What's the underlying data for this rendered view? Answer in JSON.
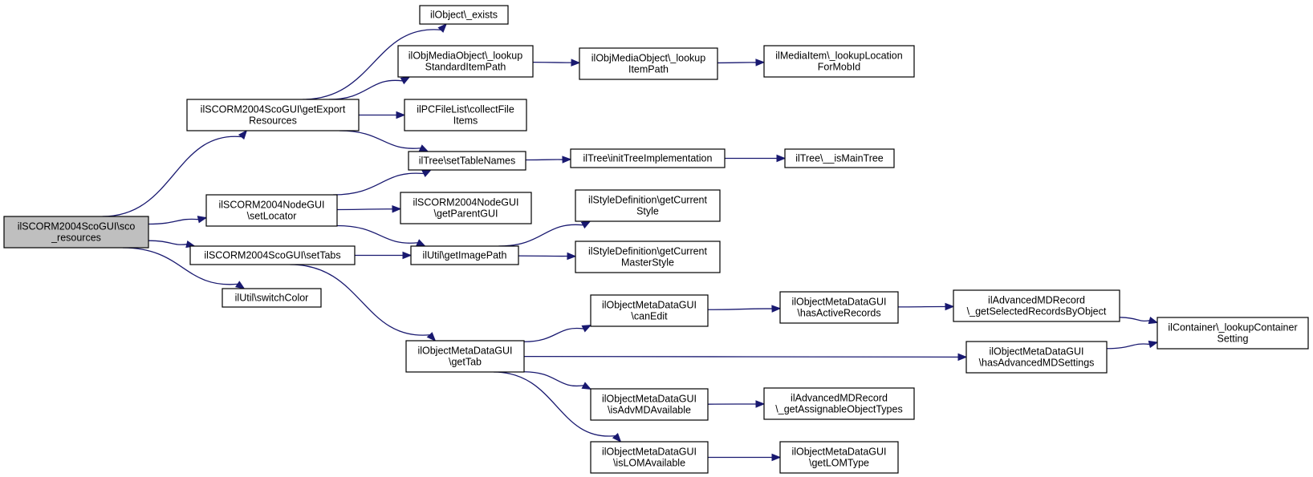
{
  "diagram": {
    "nodes": [
      {
        "id": "root",
        "lines": [
          "ilSCORM2004ScoGUI\\sco",
          "_resources"
        ],
        "root": true
      },
      {
        "id": "getExportResources",
        "lines": [
          "ilSCORM2004ScoGUI\\getExport",
          "Resources"
        ]
      },
      {
        "id": "nodeSetLocator",
        "lines": [
          "ilSCORM2004NodeGUI",
          "\\setLocator"
        ]
      },
      {
        "id": "setTabs",
        "lines": [
          "ilSCORM2004ScoGUI\\setTabs"
        ]
      },
      {
        "id": "switchColor",
        "lines": [
          "ilUtil\\switchColor"
        ]
      },
      {
        "id": "objExists",
        "lines": [
          "ilObject\\_exists"
        ]
      },
      {
        "id": "lookupStdItemPath",
        "lines": [
          "ilObjMediaObject\\_lookup",
          "StandardItemPath"
        ]
      },
      {
        "id": "collectFileItems",
        "lines": [
          "ilPCFileList\\collectFile",
          "Items"
        ]
      },
      {
        "id": "setTableNames",
        "lines": [
          "ilTree\\setTableNames"
        ]
      },
      {
        "id": "getParentGUI",
        "lines": [
          "ilSCORM2004NodeGUI",
          "\\getParentGUI"
        ]
      },
      {
        "id": "getImagePath",
        "lines": [
          "ilUtil\\getImagePath"
        ]
      },
      {
        "id": "getTab",
        "lines": [
          "ilObjectMetaDataGUI",
          "\\getTab"
        ]
      },
      {
        "id": "lookupItemPath",
        "lines": [
          "ilObjMediaObject\\_lookup",
          "ItemPath"
        ]
      },
      {
        "id": "initTreeImpl",
        "lines": [
          "ilTree\\initTreeImplementation"
        ]
      },
      {
        "id": "getCurrentStyle",
        "lines": [
          "ilStyleDefinition\\getCurrent",
          "Style"
        ]
      },
      {
        "id": "getCurrentMasterStyle",
        "lines": [
          "ilStyleDefinition\\getCurrent",
          "MasterStyle"
        ]
      },
      {
        "id": "canEdit",
        "lines": [
          "ilObjectMetaDataGUI",
          "\\canEdit"
        ]
      },
      {
        "id": "isAdvMDAvailable",
        "lines": [
          "ilObjectMetaDataGUI",
          "\\isAdvMDAvailable"
        ]
      },
      {
        "id": "isLOMAvailable",
        "lines": [
          "ilObjectMetaDataGUI",
          "\\isLOMAvailable"
        ]
      },
      {
        "id": "lookupLocation",
        "lines": [
          "ilMediaItem\\_lookupLocation",
          "ForMobId"
        ]
      },
      {
        "id": "isMainTree",
        "lines": [
          "ilTree\\__isMainTree"
        ]
      },
      {
        "id": "hasActiveRecords",
        "lines": [
          "ilObjectMetaDataGUI",
          "\\hasActiveRecords"
        ]
      },
      {
        "id": "getAssignableObjectTypes",
        "lines": [
          "ilAdvancedMDRecord",
          "\\_getAssignableObjectTypes"
        ]
      },
      {
        "id": "getLOMType",
        "lines": [
          "ilObjectMetaDataGUI",
          "\\getLOMType"
        ]
      },
      {
        "id": "getSelectedRecordsByObject",
        "lines": [
          "ilAdvancedMDRecord",
          "\\_getSelectedRecordsByObject"
        ]
      },
      {
        "id": "hasAdvancedMDSettings",
        "lines": [
          "ilObjectMetaDataGUI",
          "\\hasAdvancedMDSettings"
        ]
      },
      {
        "id": "lookupContainerSetting",
        "lines": [
          "ilContainer\\_lookupContainer",
          "Setting"
        ]
      }
    ],
    "edges": [
      {
        "from": "root",
        "to": "getExportResources"
      },
      {
        "from": "root",
        "to": "nodeSetLocator"
      },
      {
        "from": "root",
        "to": "setTabs"
      },
      {
        "from": "root",
        "to": "switchColor"
      },
      {
        "from": "getExportResources",
        "to": "objExists"
      },
      {
        "from": "getExportResources",
        "to": "lookupStdItemPath"
      },
      {
        "from": "getExportResources",
        "to": "collectFileItems"
      },
      {
        "from": "getExportResources",
        "to": "setTableNames"
      },
      {
        "from": "lookupStdItemPath",
        "to": "lookupItemPath"
      },
      {
        "from": "lookupItemPath",
        "to": "lookupLocation"
      },
      {
        "from": "nodeSetLocator",
        "to": "setTableNames"
      },
      {
        "from": "nodeSetLocator",
        "to": "getParentGUI"
      },
      {
        "from": "nodeSetLocator",
        "to": "getImagePath"
      },
      {
        "from": "setTableNames",
        "to": "initTreeImpl"
      },
      {
        "from": "initTreeImpl",
        "to": "isMainTree"
      },
      {
        "from": "setTabs",
        "to": "getImagePath"
      },
      {
        "from": "setTabs",
        "to": "getTab"
      },
      {
        "from": "getImagePath",
        "to": "getCurrentStyle"
      },
      {
        "from": "getImagePath",
        "to": "getCurrentMasterStyle"
      },
      {
        "from": "getTab",
        "to": "canEdit"
      },
      {
        "from": "getTab",
        "to": "hasAdvancedMDSettings"
      },
      {
        "from": "getTab",
        "to": "isAdvMDAvailable"
      },
      {
        "from": "getTab",
        "to": "isLOMAvailable"
      },
      {
        "from": "canEdit",
        "to": "hasActiveRecords"
      },
      {
        "from": "hasActiveRecords",
        "to": "getSelectedRecordsByObject"
      },
      {
        "from": "getSelectedRecordsByObject",
        "to": "lookupContainerSetting"
      },
      {
        "from": "hasAdvancedMDSettings",
        "to": "lookupContainerSetting"
      },
      {
        "from": "isAdvMDAvailable",
        "to": "getAssignableObjectTypes"
      },
      {
        "from": "isLOMAvailable",
        "to": "getLOMType"
      }
    ]
  }
}
